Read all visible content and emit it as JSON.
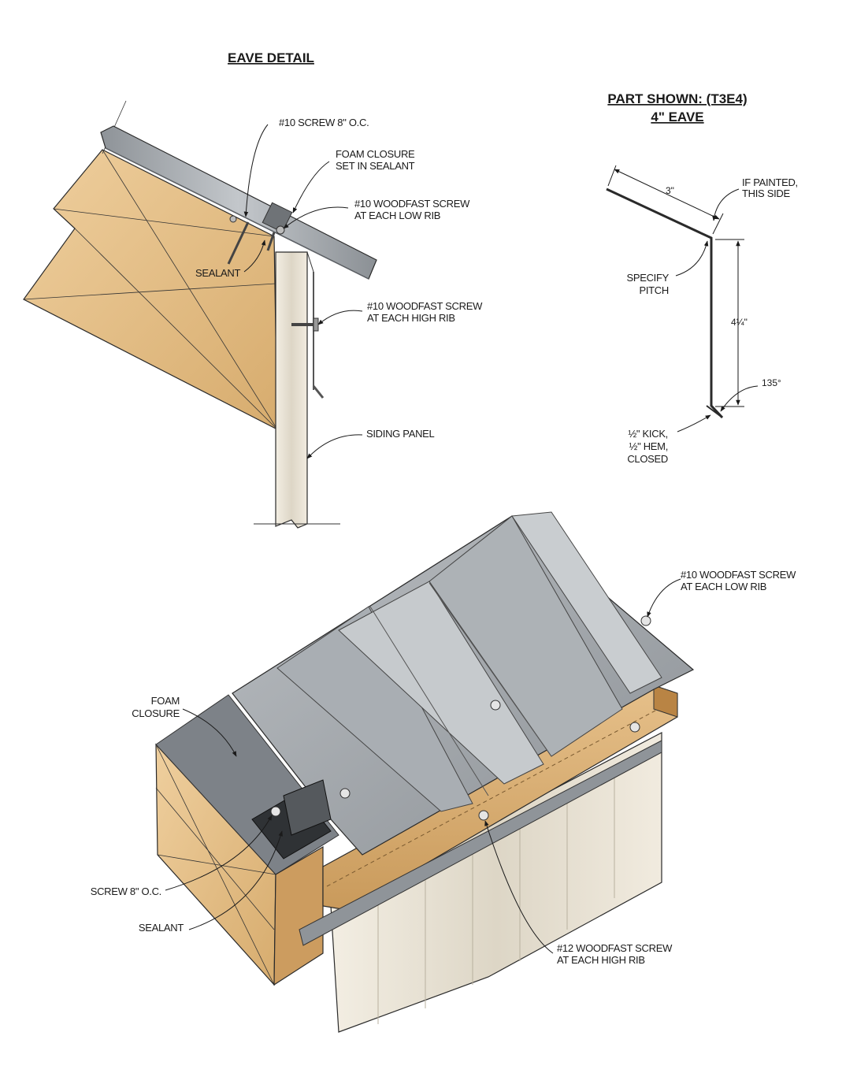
{
  "eave_detail": {
    "title": "EAVE DETAIL",
    "labels": {
      "screw_oc": "#10 SCREW 8\" O.C.",
      "foam_closure_1": "FOAM CLOSURE",
      "foam_closure_2": "SET IN SEALANT",
      "woodfast_low_1": "#10 WOODFAST SCREW",
      "woodfast_low_2": "AT EACH LOW RIB",
      "sealant": "SEALANT",
      "woodfast_high_1": "#10 WOODFAST SCREW",
      "woodfast_high_2": "AT EACH HIGH RIB",
      "siding_panel": "SIDING PANEL"
    }
  },
  "part_shown": {
    "title_1": "PART SHOWN: (T3E4)",
    "title_2": "4\" EAVE",
    "labels": {
      "dim_3": "3\"",
      "if_painted_1": "IF PAINTED,",
      "if_painted_2": "THIS SIDE",
      "specify_1": "SPECIFY",
      "specify_2": "PITCH",
      "dim_4_25": "4¼\"",
      "angle_135": "135°",
      "kick_1": "½\" KICK,",
      "kick_2": "½\" HEM,",
      "kick_3": "CLOSED"
    }
  },
  "iso_view": {
    "labels": {
      "woodfast_low_1": "#10 WOODFAST SCREW",
      "woodfast_low_2": "AT EACH LOW RIB",
      "foam_1": "FOAM",
      "foam_2": "CLOSURE",
      "screw_oc": "SCREW 8\" O.C.",
      "sealant": "SEALANT",
      "woodfast_high_1": "#12 WOODFAST SCREW",
      "woodfast_high_2": "AT EACH HIGH RIB"
    }
  },
  "colors": {
    "wood": "#e3bf88",
    "metal": "#9ea3a8",
    "siding": "#ece6d8",
    "roof_sheathing": "#7d8288"
  }
}
